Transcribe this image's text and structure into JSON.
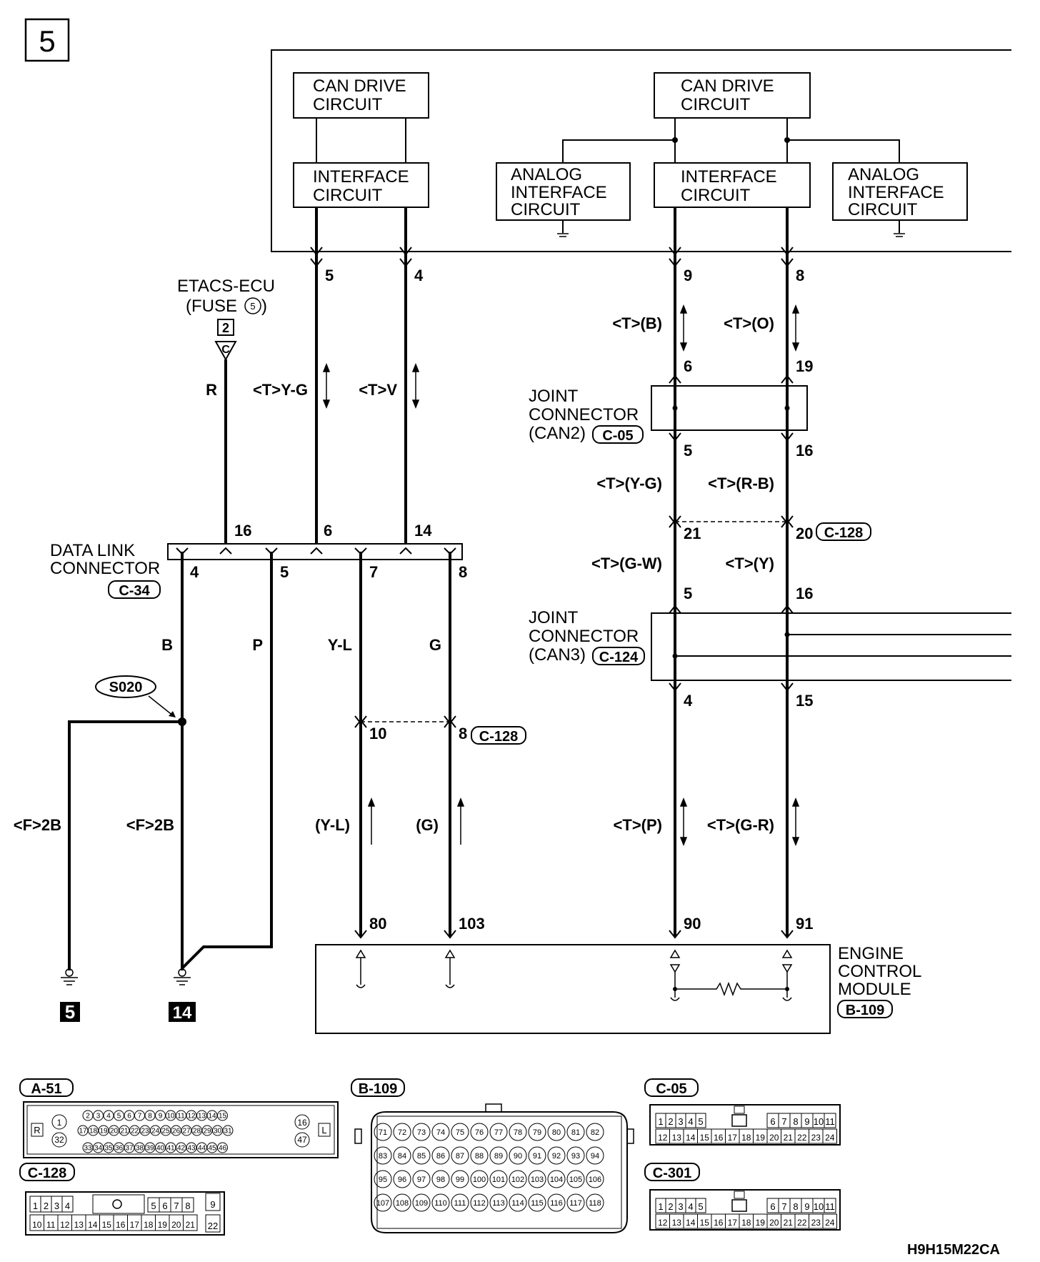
{
  "page_number": "5",
  "diagram_code": "H9H15M22CA",
  "blocks": {
    "can_drive_left": [
      "CAN DRIVE",
      "CIRCUIT"
    ],
    "can_drive_right": [
      "CAN DRIVE",
      "CIRCUIT"
    ],
    "interface_left": [
      "INTERFACE",
      "CIRCUIT"
    ],
    "interface_right": [
      "INTERFACE",
      "CIRCUIT"
    ],
    "analog_left": [
      "ANALOG",
      "INTERFACE",
      "CIRCUIT"
    ],
    "analog_right": [
      "ANALOG",
      "INTERFACE",
      "CIRCUIT"
    ]
  },
  "etacs": {
    "line1": "ETACS-ECU",
    "line2_prefix": "(FUSE",
    "fuse_no": "5",
    "line2_suffix": ")",
    "box_no": "2",
    "tri": "C"
  },
  "data_link": {
    "line1": "DATA LINK",
    "line2": "CONNECTOR",
    "code": "C-34"
  },
  "joint_can2": {
    "line1": "JOINT",
    "line2": "CONNECTOR",
    "line3": "(CAN2)",
    "code": "C-05"
  },
  "joint_can3": {
    "line1": "JOINT",
    "line2": "CONNECTOR",
    "line3": "(CAN3)",
    "code": "C-124"
  },
  "ecm": {
    "line1": "ENGINE",
    "line2": "CONTROL",
    "line3": "MODULE",
    "code": "B-109"
  },
  "splice": "S020",
  "pins": {
    "p5": "5",
    "p4": "4",
    "p9": "9",
    "p8": "8",
    "p6": "6",
    "p19": "19",
    "jc2_5": "5",
    "jc2_16": "16",
    "p21": "21",
    "p20": "20",
    "jc3_5": "5",
    "jc3_16": "16",
    "jc3_4": "4",
    "jc3_15": "15",
    "dlc16": "16",
    "dlc6": "6",
    "dlc14": "14",
    "dlc4": "4",
    "dlc5": "5",
    "dlc7": "7",
    "dlc8": "8",
    "p10": "10",
    "p8b": "8",
    "e80": "80",
    "e103": "103",
    "e90": "90",
    "e91": "91"
  },
  "c128_code": "C-128",
  "wires": {
    "tb": "<T>(B)",
    "to": "<T>(O)",
    "r": "R",
    "tyg": "<T>Y-G",
    "tv": "<T>V",
    "tyg2": "<T>(Y-G)",
    "trb": "<T>(R-B)",
    "tgw": "<T>(G-W)",
    "ty": "<T>(Y)",
    "b": "B",
    "p": "P",
    "yl": "Y-L",
    "g": "G",
    "f2b_a": "<F>2B",
    "f2b_b": "<F>2B",
    "yl2": "(Y-L)",
    "g2": "(G)",
    "tp": "<T>(P)",
    "tgr": "<T>(G-R)"
  },
  "grounds": {
    "g5": "5",
    "g14": "14"
  },
  "connectors": {
    "a51": {
      "code": "A-51",
      "row1": [
        "2",
        "3",
        "4",
        "5",
        "6",
        "7",
        "8",
        "9",
        "10",
        "11",
        "12",
        "13",
        "14",
        "15"
      ],
      "row2": [
        "17",
        "18",
        "19",
        "20",
        "21",
        "22",
        "23",
        "24",
        "25",
        "26",
        "27",
        "28",
        "29",
        "30",
        "31"
      ],
      "row3": [
        "33",
        "34",
        "35",
        "36",
        "37",
        "38",
        "39",
        "40",
        "41",
        "42",
        "43",
        "44",
        "45",
        "46"
      ],
      "left_top": "1",
      "left_bottom": "32",
      "right_top": "16",
      "right_bottom": "47",
      "left_mark": "R",
      "right_mark": "L"
    },
    "b109": {
      "code": "B-109",
      "rows": [
        [
          "71",
          "72",
          "73",
          "74",
          "75",
          "76",
          "77",
          "78",
          "79",
          "80",
          "81",
          "82"
        ],
        [
          "83",
          "84",
          "85",
          "86",
          "87",
          "88",
          "89",
          "90",
          "91",
          "92",
          "93",
          "94"
        ],
        [
          "95",
          "96",
          "97",
          "98",
          "99",
          "100",
          "101",
          "102",
          "103",
          "104",
          "105",
          "106"
        ],
        [
          "107",
          "108",
          "109",
          "110",
          "111",
          "112",
          "113",
          "114",
          "115",
          "116",
          "117",
          "118"
        ]
      ]
    },
    "c05": {
      "code": "C-05",
      "top_left": [
        "1",
        "2",
        "3",
        "4",
        "5"
      ],
      "top_right": [
        "6",
        "7",
        "8",
        "9",
        "10",
        "11"
      ],
      "bottom": [
        "12",
        "13",
        "14",
        "15",
        "16",
        "17",
        "18",
        "19",
        "20",
        "21",
        "22",
        "23",
        "24"
      ]
    },
    "c301": {
      "code": "C-301",
      "top_left": [
        "1",
        "2",
        "3",
        "4",
        "5"
      ],
      "top_right": [
        "6",
        "7",
        "8",
        "9",
        "10",
        "11"
      ],
      "bottom": [
        "12",
        "13",
        "14",
        "15",
        "16",
        "17",
        "18",
        "19",
        "20",
        "21",
        "22",
        "23",
        "24"
      ]
    },
    "c128": {
      "code": "C-128",
      "top": [
        "1",
        "2",
        "3",
        "4"
      ],
      "top_right": [
        "5",
        "6",
        "7",
        "8"
      ],
      "side_top": "9",
      "bottom": [
        "10",
        "11",
        "12",
        "13",
        "14",
        "15",
        "16",
        "17",
        "18",
        "19",
        "20",
        "21"
      ],
      "side_bottom": "22"
    }
  }
}
